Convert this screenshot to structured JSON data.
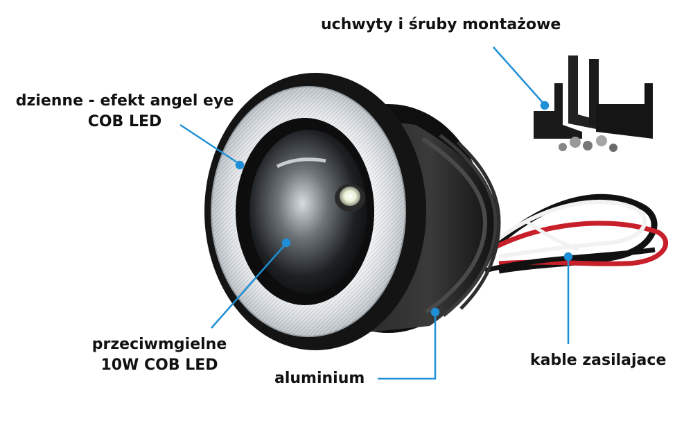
{
  "labels": {
    "mounting": "uchwyty i śruby montażowe",
    "drl_line1": "dzienne - efekt angel eye",
    "drl_line2": "COB LED",
    "fog_line1": "przeciwmgielne",
    "fog_line2": "10W COB LED",
    "aluminium": "aluminium",
    "cables": "kable zasilajace"
  },
  "colors": {
    "callout": "#1e8fd6",
    "housing": "#1b1b1b",
    "ring": "#e8ecef",
    "wire_red": "#c8202a",
    "wire_white": "#f2f2f2",
    "wire_black": "#111111"
  }
}
